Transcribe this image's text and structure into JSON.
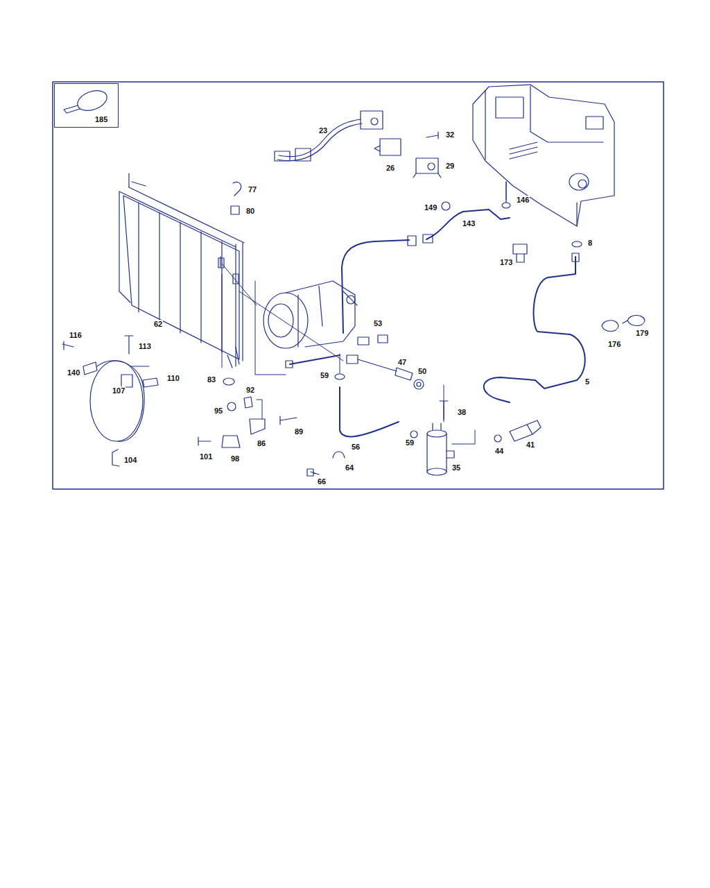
{
  "diagram": {
    "nodes": [
      {
        "text": [
          "185"
        ]
      }
    ],
    "labels": [
      "23",
      "32",
      "26",
      "29",
      "77",
      "80",
      "149",
      "146",
      "143",
      "8",
      "173",
      "62",
      "53",
      "47",
      "50",
      "116",
      "113",
      "140",
      "110",
      "107",
      "83",
      "59",
      "92",
      "95",
      "89",
      "86",
      "101",
      "98",
      "104",
      "56",
      "59",
      "44",
      "41",
      "35",
      "64",
      "66",
      "38",
      "176",
      "179",
      "5"
    ]
  }
}
